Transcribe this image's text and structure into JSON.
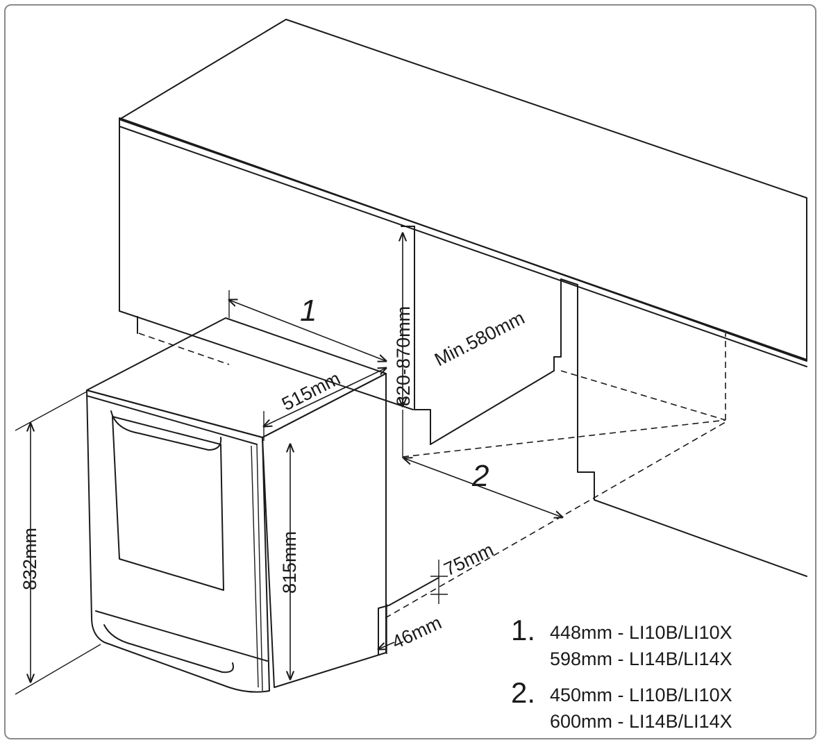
{
  "dimensions": {
    "marker_1": "1",
    "marker_2": "2",
    "depth": "515mm",
    "niche_height": "820-870mm",
    "niche_depth": "Min.580mm",
    "appliance_height": "832mm",
    "appliance_body_height": "815mm",
    "plinth_gap": "75mm",
    "plinth_height": "46mm"
  },
  "legend": [
    {
      "number": "1.",
      "lines": [
        "448mm - LI10B/LI10X",
        "598mm - LI14B/LI14X"
      ]
    },
    {
      "number": "2.",
      "lines": [
        "450mm - LI10B/LI10X",
        "600mm - LI14B/LI14X"
      ]
    }
  ]
}
